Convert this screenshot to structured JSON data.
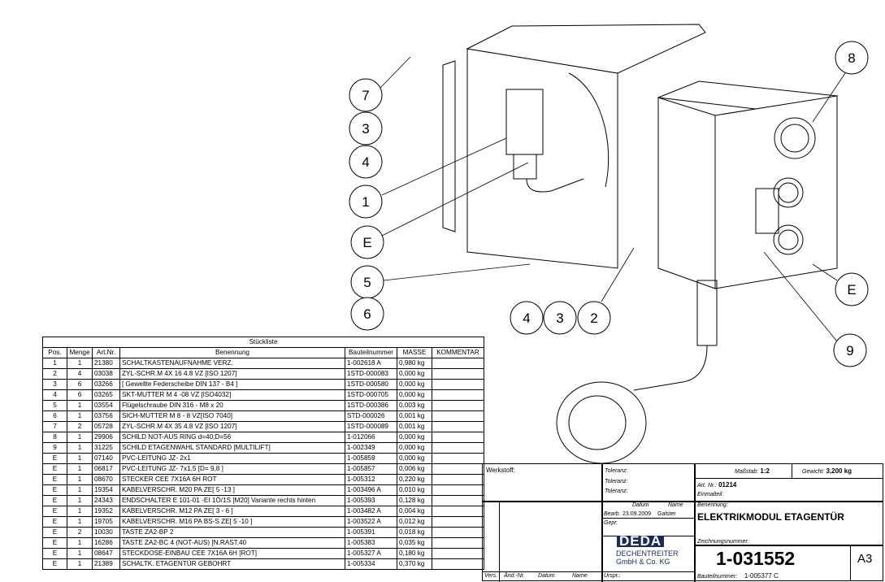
{
  "balloons_left": [
    "7",
    "3",
    "4",
    "1",
    "E",
    "5",
    "6"
  ],
  "balloons_bottom": [
    "4",
    "3",
    "2"
  ],
  "balloons_right": [
    "8",
    "E",
    "9"
  ],
  "bom": {
    "title": "Stückliste",
    "headers": [
      "Pos.",
      "Menge",
      "Art.Nr.",
      "Benennung",
      "Bauteilnummer",
      "MASSE",
      "KOMMENTAR"
    ],
    "rows": [
      [
        "1",
        "1",
        "21380",
        "SCHALTKASTENAUFNAHME VERZ.",
        "1-002618 A",
        "0,980 kg",
        ""
      ],
      [
        "2",
        "4",
        "03038",
        "ZYL-SCHR.M 4X 16   4.8    VZ [ISO 1207]",
        "1STD-000083",
        "0,000 kg",
        ""
      ],
      [
        "3",
        "6",
        "03266",
        "[ Gewellte Federscheibe DIN 137 - B4 ]",
        "1STD-000580",
        "0,000 kg",
        ""
      ],
      [
        "4",
        "6",
        "03265",
        "SKT-MUTTER M 4  -08        VZ [ISO4032]",
        "1STD-000705",
        "0,000 kg",
        ""
      ],
      [
        "5",
        "1",
        "03554",
        "Flügelschraube DIN 316 - M8 x 20",
        "1STD-000386",
        "0,003 kg",
        ""
      ],
      [
        "6",
        "1",
        "03756",
        "SICH-MUTTER  M 8  - 8         VZ[ISO 7040]",
        "STD-000026",
        "0,001 kg",
        ""
      ],
      [
        "7",
        "2",
        "05728",
        "ZYL-SCHR.M 4X 35   4.8    VZ [ISO 1207]",
        "1STD-000089",
        "0,001 kg",
        ""
      ],
      [
        "8",
        "1",
        "29906",
        "SCHILD NOT-AUS RING d=40;D=56",
        "1-012066",
        "0,000 kg",
        ""
      ],
      [
        "9",
        "1",
        "31225",
        "SCHILD ETAGENWAHL STANDARD [MULTILIFT]",
        "1-002349",
        "0,000 kg",
        ""
      ],
      [
        "E",
        "1",
        "07140",
        "PVC-LEITUNG JZ- 2x1",
        "1-005859",
        "0,000 kg",
        ""
      ],
      [
        "E",
        "1",
        "06817",
        "PVC-LEITUNG JZ- 7x1,5          [D= 9,8 ]",
        "1-005857",
        "0,006 kg",
        ""
      ],
      [
        "E",
        "1",
        "08670",
        "STECKER CEE 7X16A 6H ROT",
        "1-005312",
        "0,220 kg",
        ""
      ],
      [
        "E",
        "1",
        "19354",
        "KABELVERSCHR. M20 PA        ZE[ 5 -13 ]",
        "1-003496 A",
        "0,010 kg",
        ""
      ],
      [
        "E",
        "1",
        "24343",
        "ENDSCHALTER E 101-01 -EI 1Ö/1S     [M20] Variante rechts hinten",
        "1-005393",
        "0,128 kg",
        ""
      ],
      [
        "E",
        "1",
        "19352",
        "KABELVERSCHR. M12 PA        ZE[ 3 - 6 ]",
        "1-003482 A",
        "0,004 kg",
        ""
      ],
      [
        "E",
        "1",
        "19705",
        "KABELVERSCHR. M16 PA BS-S   ZE[ 5 -10 ]",
        "1-003522 A",
        "0,012 kg",
        ""
      ],
      [
        "E",
        "2",
        "10030",
        "TASTE ZA2-BP 2",
        "1-005391",
        "0,018 kg",
        ""
      ],
      [
        "E",
        "1",
        "16286",
        "TASTE ZA2-BC 4  (NOT-AUS)    [N.RAST.40",
        "1-005383",
        "0,035 kg",
        ""
      ],
      [
        "E",
        "1",
        "08647",
        "STECKDOSE-EINBAU CEE 7X16A 6H [ROT]",
        "1-005327 A",
        "0,180 kg",
        ""
      ],
      [
        "E",
        "1",
        "21389",
        "SCHALTK. ETAGENTÜR GEBOHRT",
        "1-005334",
        "0,370 kg",
        ""
      ]
    ]
  },
  "titleblock": {
    "werkstoff": "Werkstoff:",
    "toleranz": "Toleranz:",
    "massstab_label": "Maßstab:",
    "massstab": "1:2",
    "gewicht_label": "Gewicht:",
    "gewicht": "3,200 kg",
    "artnr_label": "Art. Nr.:",
    "artnr": "01214",
    "einmalteil_label": "Einmalteil:",
    "datum_label": "Datum",
    "name_label": "Name",
    "bearb_label": "Bearb.",
    "bearb_datum": "23.09.2009",
    "bearb_name": "Galster",
    "gepr_label": "Gepr.",
    "benennung_label": "Benennung:",
    "benennung": "ELEKTRIKMODUL ETAGENTÜR",
    "logo": "DEDA",
    "company1": "DECHENTREITER",
    "company2": "GmbH & Co. KG",
    "zeichnungsnummer_label": "Zeichnungsnummer:",
    "zeichnungsnummer": "1-031552",
    "format": "A3",
    "vers_label": "Vers.",
    "aend_label": "Änd.-Nr.",
    "ursprung_label": "Urspr.:",
    "bauteilnummer_label": "Bauteilnummer:",
    "bauteilnummer": "1-005377 C"
  }
}
